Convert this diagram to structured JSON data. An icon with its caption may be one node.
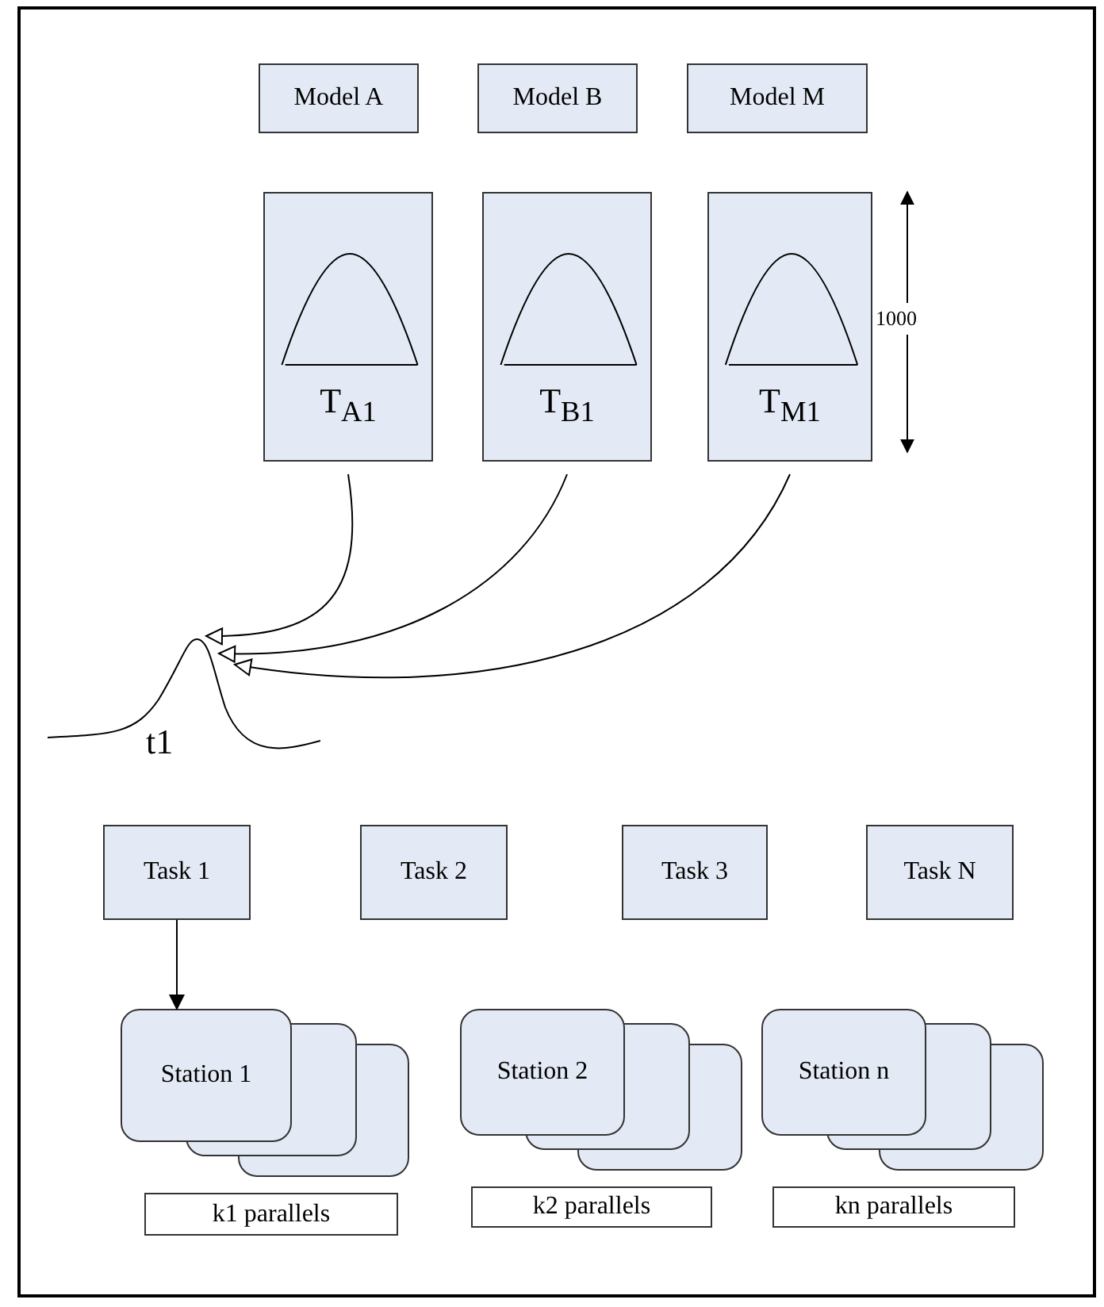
{
  "diagram": {
    "nodes": [
      {
        "text": [
          "Model A"
        ]
      },
      {
        "text": [
          "Model B"
        ]
      },
      {
        "text": [
          "Model M"
        ]
      },
      {
        "text": [
          "T$_{A1}$"
        ]
      },
      {
        "text": [
          "T$_{B1}$"
        ]
      },
      {
        "text": [
          "T$_{M1}$"
        ]
      },
      {
        "text": [
          "t1"
        ]
      },
      {
        "text": [
          "Task 1"
        ]
      },
      {
        "text": [
          "Task 2"
        ]
      },
      {
        "text": [
          "Task 3"
        ]
      },
      {
        "text": [
          "Task N"
        ]
      },
      {
        "text": [
          "Station 1"
        ]
      },
      {
        "text": [
          "Station 2"
        ]
      },
      {
        "text": [
          "Station n"
        ]
      },
      {
        "text": [
          "k1 parallels"
        ]
      },
      {
        "text": [
          "k2 parallels"
        ]
      },
      {
        "text": [
          "kn parallels"
        ]
      }
    ],
    "edges": [
      {
        "from": 3,
        "to": 6,
        "arrow": "to"
      },
      {
        "from": 4,
        "to": 6,
        "arrow": "to"
      },
      {
        "from": 5,
        "to": 6,
        "arrow": "to"
      },
      {
        "from": 7,
        "to": 11,
        "arrow": "to"
      }
    ],
    "labels": [
      "1000"
    ]
  }
}
